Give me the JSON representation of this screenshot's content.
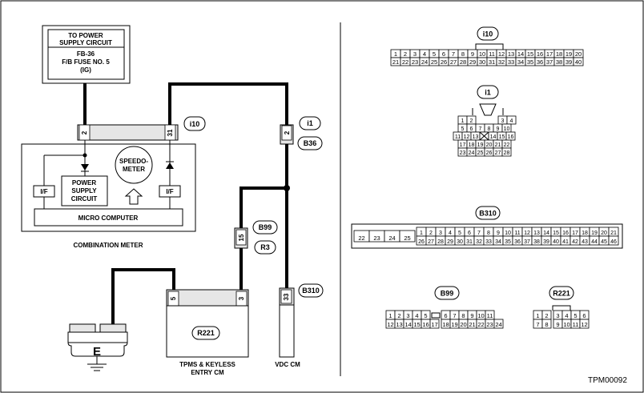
{
  "power_supply": {
    "line1": "TO POWER",
    "line2": "SUPPLY CIRCUIT",
    "line3": "FB-36",
    "line4": "F/B FUSE NO. 5",
    "line5": "(IG)"
  },
  "meter": {
    "title": "COMBINATION METER",
    "connector": "i10",
    "pin_left": "2",
    "pin_right": "31",
    "speedo_line1": "SPEEDO-",
    "speedo_line2": "METER",
    "ps_line1": "POWER",
    "ps_line2": "SUPPLY",
    "ps_line3": "CIRCUIT",
    "if_left": "I/F",
    "if_right": "I/F",
    "micro": "MICRO COMPUTER"
  },
  "joint_i1_b36": {
    "top": "i1",
    "bottom": "B36",
    "pin": "2"
  },
  "joint_b99_r3": {
    "top": "B99",
    "bottom": "R3",
    "pin": "15"
  },
  "tpms": {
    "title_line1": "TPMS & KEYLESS",
    "title_line2": "ENTRY CM",
    "connector": "R221",
    "pin_left": "5",
    "pin_right": "3"
  },
  "vdc": {
    "title": "VDC CM",
    "connector": "B310",
    "pin": "33"
  },
  "ground": {
    "label": "E"
  },
  "connectors": {
    "i10": {
      "label": "i10",
      "row1": [
        "1",
        "2",
        "3",
        "4",
        "5",
        "6",
        "7",
        "8",
        "9",
        "10",
        "11",
        "12",
        "13",
        "14",
        "15",
        "16",
        "17",
        "18",
        "19",
        "20"
      ],
      "row2": [
        "21",
        "22",
        "23",
        "24",
        "25",
        "26",
        "27",
        "28",
        "29",
        "30",
        "31",
        "32",
        "33",
        "34",
        "35",
        "36",
        "37",
        "38",
        "39",
        "40"
      ]
    },
    "i1": {
      "label": "i1",
      "rows": [
        [
          "1",
          "2",
          "",
          "3",
          "4"
        ],
        [
          "5",
          "6",
          "7",
          "8",
          "9",
          "10"
        ],
        [
          "11",
          "12",
          "13",
          "X",
          "14",
          "15",
          "16"
        ],
        [
          "17",
          "18",
          "19",
          "20",
          "21",
          "22"
        ],
        [
          "23",
          "24",
          "25",
          "26",
          "27",
          "28"
        ]
      ]
    },
    "b310": {
      "label": "B310",
      "left": [
        "22",
        "23",
        "24",
        "25"
      ],
      "row1": [
        "1",
        "2",
        "3",
        "4",
        "5",
        "6",
        "7",
        "8",
        "9",
        "10",
        "11",
        "12",
        "13",
        "14",
        "15",
        "16",
        "17",
        "18",
        "19",
        "20",
        "21"
      ],
      "row2": [
        "26",
        "27",
        "28",
        "29",
        "30",
        "31",
        "32",
        "33",
        "34",
        "35",
        "36",
        "37",
        "38",
        "39",
        "40",
        "41",
        "42",
        "43",
        "44",
        "45",
        "46"
      ]
    },
    "b99": {
      "label": "B99",
      "row1": [
        "1",
        "2",
        "3",
        "4",
        "5",
        "",
        "6",
        "7",
        "8",
        "9",
        "10",
        "11"
      ],
      "row2": [
        "12",
        "13",
        "14",
        "15",
        "16",
        "17",
        "18",
        "19",
        "20",
        "21",
        "22",
        "23",
        "24"
      ]
    },
    "r221": {
      "label": "R221",
      "row1": [
        "1",
        "2",
        "3",
        "4",
        "5",
        "6"
      ],
      "row2": [
        "7",
        "8",
        "9",
        "10",
        "11",
        "12"
      ]
    }
  },
  "figure_code": "TPM00092"
}
